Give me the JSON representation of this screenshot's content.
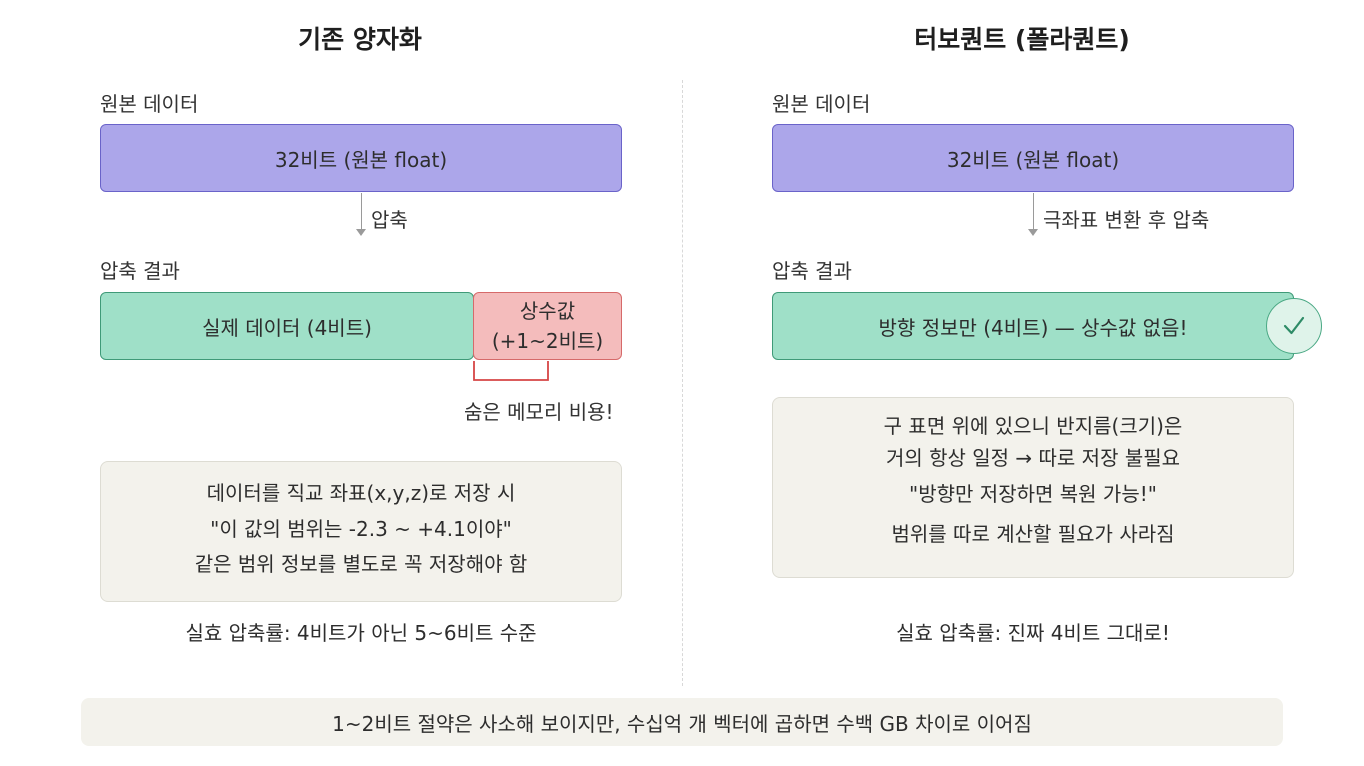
{
  "left": {
    "title": "기존 양자화",
    "original_label": "원본 데이터",
    "original_box": "32비트 (원본 float)",
    "arrow_label": "압축",
    "result_label": "압축 결과",
    "data_box": "실제 데이터 (4비트)",
    "constant_box_line1": "상수값",
    "constant_box_line2": "(+1~2비트)",
    "hidden_cost": "숨은 메모리 비용!",
    "note_lines": [
      "데이터를 직교 좌표(x,y,z)로 저장 시",
      "\"이 값의 범위는 -2.3 ~ +4.1이야\"",
      "같은 범위 정보를 별도로 꼭 저장해야 함"
    ],
    "summary": "실효 압축률: 4비트가 아닌 5~6비트 수준"
  },
  "right": {
    "title": "터보퀀트 (폴라퀀트)",
    "original_label": "원본 데이터",
    "original_box": "32비트 (원본 float)",
    "arrow_label": "극좌표 변환 후 압축",
    "result_label": "압축 결과",
    "result_box": "방향 정보만 (4비트) — 상수값 없음!",
    "check_icon": "✓",
    "note_lines": [
      "구 표면 위에 있으니 반지름(크기)은",
      "거의 항상 일정 → 따로 저장 불필요",
      "\"방향만 저장하면 복원 가능!\"",
      "범위를 따로 계산할 필요가 사라짐"
    ],
    "summary": "실효 압축률: 진짜 4비트 그대로!"
  },
  "footer": "1~2비트 절약은 사소해 보이지만, 수십억 개 벡터에 곱하면 수백 GB 차이로 이어짐",
  "colors": {
    "purple_fill": "#aca6ea",
    "green_fill": "#9fe0c8",
    "pink_fill": "#f4bcbc",
    "note_fill": "#f3f2ec",
    "bracket_red": "#d64545",
    "check_green": "#2e8b67"
  }
}
